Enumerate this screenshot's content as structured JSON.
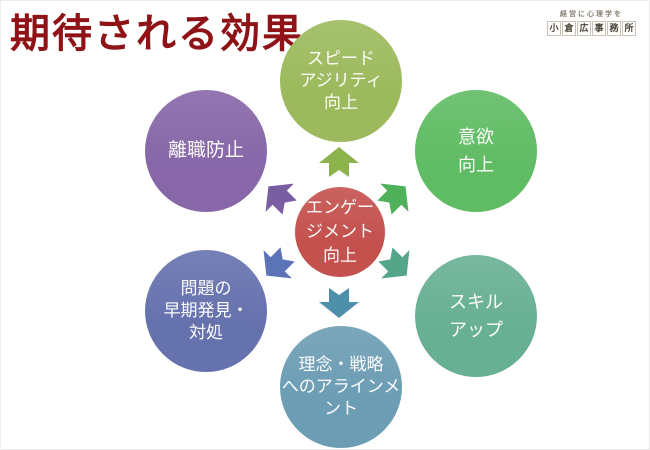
{
  "title": "期待される効果",
  "logo": {
    "tagline": "経営に心理学を",
    "name": "小倉広事務所",
    "name_chars": [
      "小",
      "倉",
      "広",
      "事",
      "務",
      "所"
    ]
  },
  "colors": {
    "title_red": "#8e1216",
    "center": "#c4514e",
    "top": "#9cba5d",
    "top_right": "#60bc64",
    "bottom_right": "#68b094",
    "bottom": "#6c9db4",
    "bottom_left": "#6672ae",
    "top_left": "#8767a8"
  },
  "diagram": {
    "center": {
      "label": "エンゲージメント向上",
      "lines": [
        "エンゲー",
        "ジメント",
        "向上"
      ],
      "color": "#c4514e"
    },
    "nodes": [
      {
        "id": "speed-agility",
        "position": "top",
        "label": "スピードアジリティ向上",
        "lines": [
          "スピード",
          "アジリティ",
          "向上"
        ],
        "color": "#9cba5d",
        "arrow_color": "#8db34d"
      },
      {
        "id": "motivation",
        "position": "top-right",
        "label": "意欲向上",
        "lines": [
          "意欲",
          "向上"
        ],
        "color": "#60bc64",
        "arrow_color": "#4fb25a"
      },
      {
        "id": "skill-up",
        "position": "bottom-right",
        "label": "スキルアップ",
        "lines": [
          "スキル",
          "アップ"
        ],
        "color": "#68b094",
        "arrow_color": "#55a689"
      },
      {
        "id": "alignment",
        "position": "bottom",
        "label": "理念・戦略へのアラインメント",
        "lines": [
          "理念・戦略",
          "へのアラインメ",
          "ント"
        ],
        "color": "#6c9db4",
        "arrow_color": "#4e90aa"
      },
      {
        "id": "problem-detection",
        "position": "bottom-left",
        "label": "問題の早期発見・対処",
        "lines": [
          "問題の",
          "早期発見・",
          "対処"
        ],
        "color": "#6672ae",
        "arrow_color": "#5c73b7"
      },
      {
        "id": "retention",
        "position": "top-left",
        "label": "離職防止",
        "lines": [
          "離職防止"
        ],
        "color": "#8767a8",
        "arrow_color": "#7a5ea2"
      }
    ]
  }
}
